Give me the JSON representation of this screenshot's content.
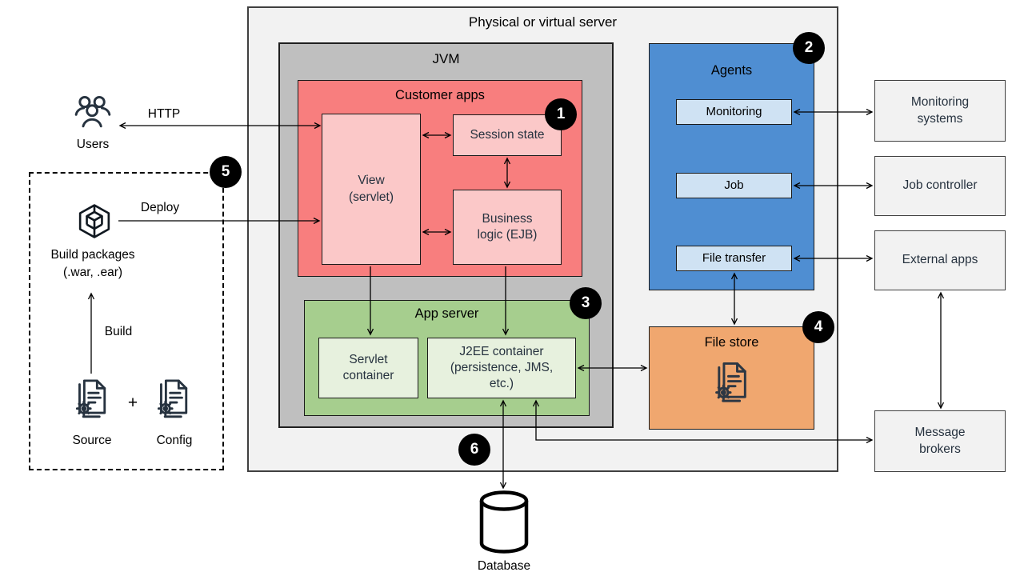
{
  "colors": {
    "outer_bg": "#f2f2f2",
    "jvm_bg": "#bfbfbf",
    "customer_apps_bg": "#f87e7e",
    "pink_bg": "#fbc8c8",
    "app_server_bg": "#a6ce8e",
    "light_green_bg": "#e7f1de",
    "agents_bg": "#4f8ed2",
    "agent_item_bg": "#cfe2f3",
    "file_store_bg": "#f0a76f",
    "external_bg": "#f2f2f2",
    "text_dark": "#26323f",
    "badge_bg": "#000000",
    "line_color": "#000000"
  },
  "server": {
    "title": "Physical or virtual server",
    "jvm_title": "JVM",
    "customer_apps_title": "Customer apps",
    "view_label": "View\n(servlet)",
    "session_label": "Session state",
    "business_label": "Business\nlogic (EJB)",
    "app_server_title": "App server",
    "servlet_container_label": "Servlet\ncontainer",
    "j2ee_label": "J2EE container\n(persistence, JMS,\netc.)",
    "agents_title": "Agents",
    "agent_monitoring_label": "Monitoring",
    "agent_job_label": "Job",
    "agent_file_transfer_label": "File transfer",
    "file_store_title": "File store"
  },
  "external": {
    "monitoring_systems": "Monitoring\nsystems",
    "job_controller": "Job controller",
    "external_apps": "External apps",
    "message_brokers": "Message\nbrokers",
    "database_label": "Database"
  },
  "left": {
    "users_label": "Users",
    "http_label": "HTTP",
    "deploy_label": "Deploy",
    "build_packages_label": "Build packages\n(.war, .ear)",
    "build_label": "Build",
    "source_label": "Source",
    "plus_sign": "+",
    "config_label": "Config"
  },
  "badges": {
    "b1": "1",
    "b2": "2",
    "b3": "3",
    "b4": "4",
    "b5": "5",
    "b6": "6"
  },
  "icons": {
    "users": "users-group-icon",
    "build_package": "package-cube-icon",
    "source": "document-gear-icon",
    "config": "document-gear-icon",
    "file_store": "document-gear-icon",
    "database": "database-cylinder-icon"
  }
}
